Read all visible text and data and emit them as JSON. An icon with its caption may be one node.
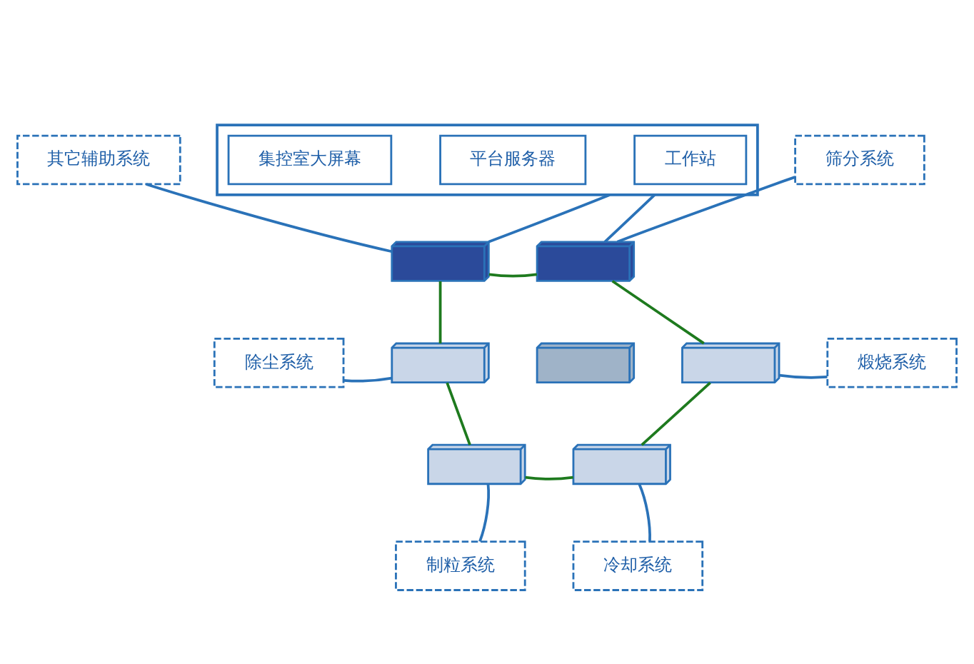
{
  "diagram": {
    "nodes": [
      {
        "text": [],
        "shape": "box"
      },
      {
        "text": [
          "工作站"
        ],
        "in": 0
      },
      {
        "text": [
          "平台服务器"
        ],
        "in": 0
      },
      {
        "text": [
          "集控室大屏幕"
        ],
        "in": 0
      },
      {
        "text": [
          "其它辅助系统"
        ]
      },
      {
        "text": [],
        "shape": "picture"
      },
      {
        "text": [],
        "shape": "picture"
      },
      {
        "text": [
          "筛分系统"
        ]
      },
      {
        "text": [],
        "shape": "picture"
      },
      {
        "text": [],
        "shape": "picture"
      },
      {
        "text": [],
        "shape": "picture"
      },
      {
        "text": [
          "除尘系统"
        ]
      },
      {
        "text": [
          "煅烧系统"
        ]
      },
      {
        "text": [],
        "shape": "picture"
      },
      {
        "text": [],
        "shape": "picture"
      },
      {
        "text": [
          "制粒系统"
        ]
      },
      {
        "text": [
          "冷却系统"
        ]
      }
    ],
    "edges": [
      {
        "from": 0,
        "to": 5,
        "arrow": "none"
      },
      {
        "from": 0,
        "to": 6,
        "arrow": "none"
      },
      {
        "from": 4,
        "to": 5,
        "arrow": "none"
      },
      {
        "from": 7,
        "to": 6,
        "arrow": "none"
      },
      {
        "from": 5,
        "to": 6,
        "arrow": "none",
        "color": "#1e7a1e"
      },
      {
        "from": 6,
        "to": 10,
        "arrow": "none",
        "color": "#1e7a1e"
      },
      {
        "from": 10,
        "to": 14,
        "arrow": "none",
        "color": "#1e7a1e"
      },
      {
        "from": 14,
        "to": 13,
        "arrow": "none",
        "color": "#1e7a1e"
      },
      {
        "from": 13,
        "to": 8,
        "arrow": "none",
        "color": "#1e7a1e"
      },
      {
        "from": 8,
        "to": 5,
        "arrow": "none",
        "color": "#1e7a1e"
      },
      {
        "from": 11,
        "to": 8,
        "arrow": "none"
      },
      {
        "from": 12,
        "to": 10,
        "arrow": "none"
      },
      {
        "from": 15,
        "to": 13,
        "arrow": "none"
      },
      {
        "from": 16,
        "to": 14,
        "arrow": "none"
      }
    ]
  }
}
